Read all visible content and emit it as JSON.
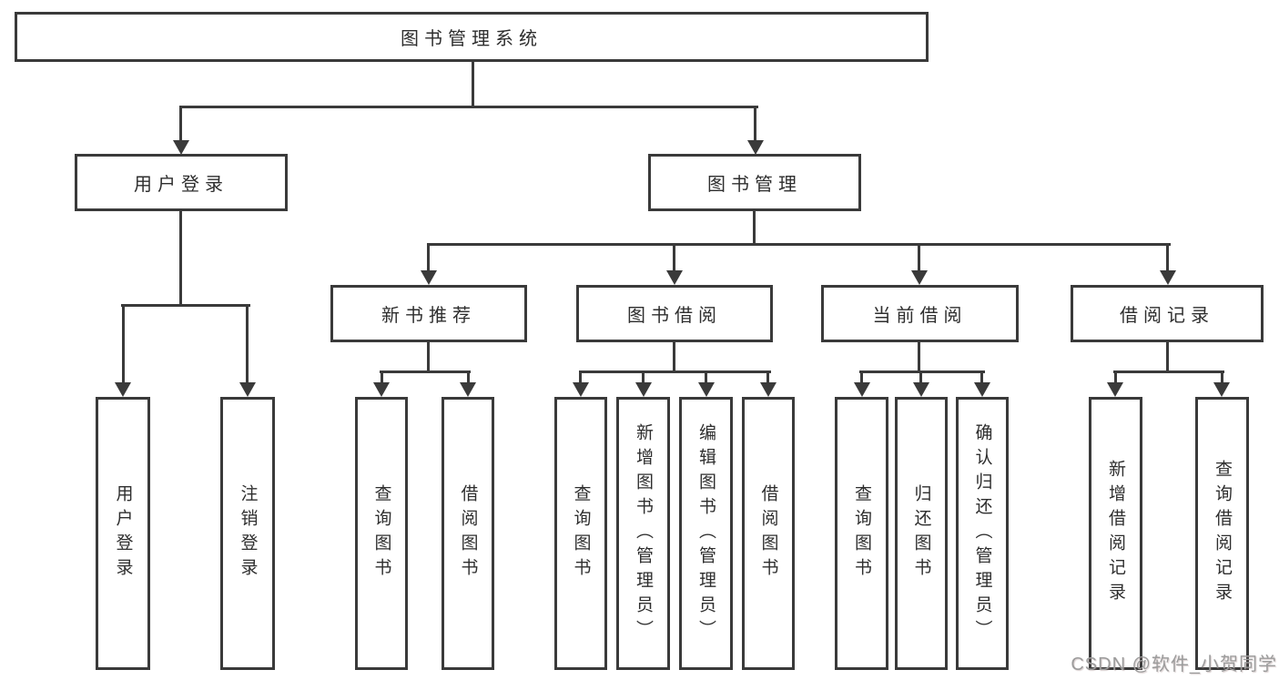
{
  "tree": {
    "root": "图书管理系统",
    "branches": [
      {
        "label": "用户登录",
        "children": [
          "用户登录",
          "注销登录"
        ]
      },
      {
        "label": "图书管理",
        "children": [
          {
            "label": "新书推荐",
            "children": [
              "查询图书",
              "借阅图书"
            ]
          },
          {
            "label": "图书借阅",
            "children": [
              "查询图书",
              "新增图书（管理员）",
              "编辑图书（管理员）",
              "借阅图书"
            ]
          },
          {
            "label": "当前借阅",
            "children": [
              "查询图书",
              "归还图书",
              "确认归还（管理员）"
            ]
          },
          {
            "label": "借阅记录",
            "children": [
              "新增借阅记录",
              "查询借阅记录"
            ]
          }
        ]
      }
    ]
  },
  "watermark": {
    "text": "CSDN @软件_小贺同学"
  },
  "colors": {
    "line": "#3a3a3a",
    "text": "#2e2e2e",
    "box-bg": "#ffffff",
    "watermark": "#9c9c9c",
    "background": "#ffffff"
  }
}
